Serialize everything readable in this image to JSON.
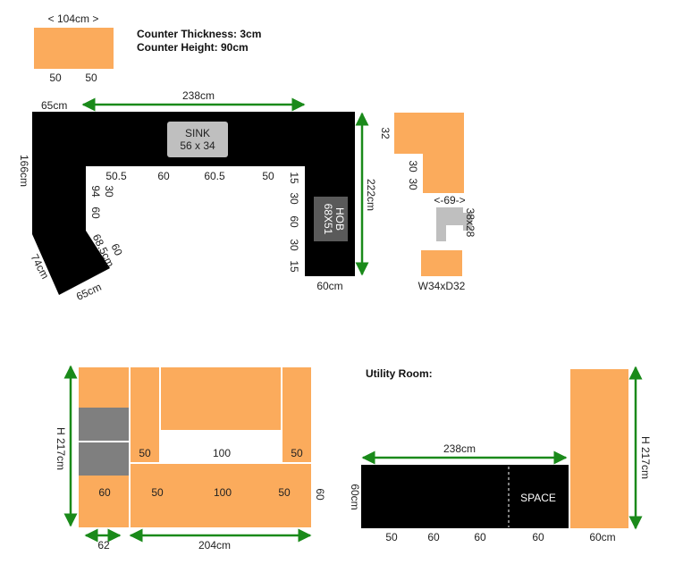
{
  "colors": {
    "counter": "#000000",
    "cabinet": "#fbab5c",
    "appliance": "#7f7f7f",
    "sink": "#bfbfbf",
    "hob": "#5a5a5a",
    "arrow": "#1a8a1a",
    "text": "#222222"
  },
  "info": {
    "thickness": "Counter Thickness: 3cm",
    "height": "Counter Height: 90cm"
  },
  "top_block": {
    "width": "< 104cm >",
    "left": "50",
    "right": "50"
  },
  "kitchen": {
    "top_left": "65cm",
    "top_width": "238cm",
    "sink_label": "SINK",
    "sink_size": "56 x 34",
    "inner_top": [
      "50.5",
      "60",
      "60.5",
      "50"
    ],
    "inner_left_a": "94",
    "inner_left_b": "30",
    "inner_left_c": "60",
    "diag_a": "68.5cm",
    "diag_b": "60",
    "left_height": "166cm",
    "diag_outer": "74cm",
    "bottom_foot": "65cm",
    "right_inner": [
      "15",
      "30",
      "60",
      "30",
      "15"
    ],
    "hob_label": "HOB",
    "hob_size": "68X51",
    "right_height": "222cm",
    "right_bottom": "60cm"
  },
  "right_plan": {
    "top": "32",
    "mid_a": "30",
    "mid_b": "30",
    "width": "<-69->",
    "size": "38x28",
    "bottom": "W34xD32"
  },
  "elevation": {
    "upper": [
      "50",
      "100",
      "50"
    ],
    "lower": [
      "60",
      "50",
      "100",
      "50"
    ],
    "right": "60",
    "height": "H 217cm",
    "width_a": "62",
    "width_b": "204cm"
  },
  "utility": {
    "title": "Utility Room:",
    "width": "238cm",
    "depth": "60cm",
    "space": "SPACE",
    "segments": [
      "50",
      "60",
      "60",
      "60"
    ],
    "tall_height": "H 217cm",
    "tall_width": "60cm"
  }
}
